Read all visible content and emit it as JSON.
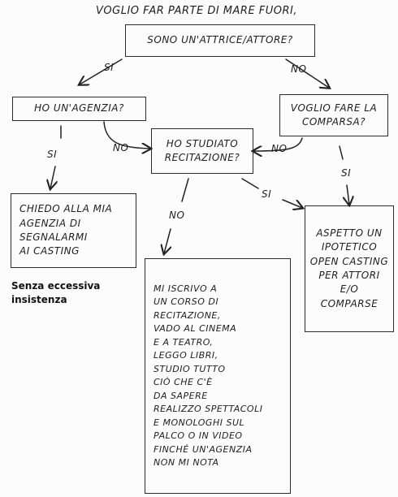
{
  "title": "VOGLIO FAR PARTE DI MARE FUORI,",
  "nodes": {
    "question_role": [
      "SONO UN'ATTRICE/ATTORE?"
    ],
    "question_agency": [
      "HO UN'AGENZIA?"
    ],
    "question_extra": [
      "VOGLIO FARE LA",
      "COMPARSA?"
    ],
    "question_studied": [
      "HO STUDIATO",
      "RECITAZIONE?"
    ],
    "action_ask_agency": [
      "CHIEDO ALLA MIA",
      "AGENZIA DI",
      "SEGNALARMI",
      "AI CASTING"
    ],
    "action_wait_casting": [
      "ASPETTO UN",
      "IPOTETICO",
      "OPEN CASTING",
      "PER ATTORI",
      "E/O",
      "COMPARSE"
    ],
    "action_study": [
      "MI ISCRIVO A",
      "UN CORSO DI",
      "RECITAZIONE,",
      "VADO AL CINEMA",
      "E A TEATRO,",
      "LEGGO LIBRI,",
      "STUDIO TUTTO",
      "CIÒ CHE C'È",
      "DA SAPERE",
      "REALIZZO SPETTACOLI",
      "E MONOLOGHI SUL",
      "PALCO O IN VIDEO",
      "FINCHÉ UN'AGENZIA",
      "NON MI NOTA"
    ]
  },
  "edge_labels": {
    "role_yes": "SI",
    "role_no": "NO",
    "agency_yes": "SI",
    "agency_no": "NO",
    "extra_no": "NO",
    "extra_yes": "SI",
    "studied_yes": "SI",
    "studied_no": "NO"
  },
  "note": [
    "Senza eccessiva",
    "insistenza"
  ],
  "colors": {
    "ink": "#1e1e1e",
    "paper": "#fcfcfc"
  }
}
